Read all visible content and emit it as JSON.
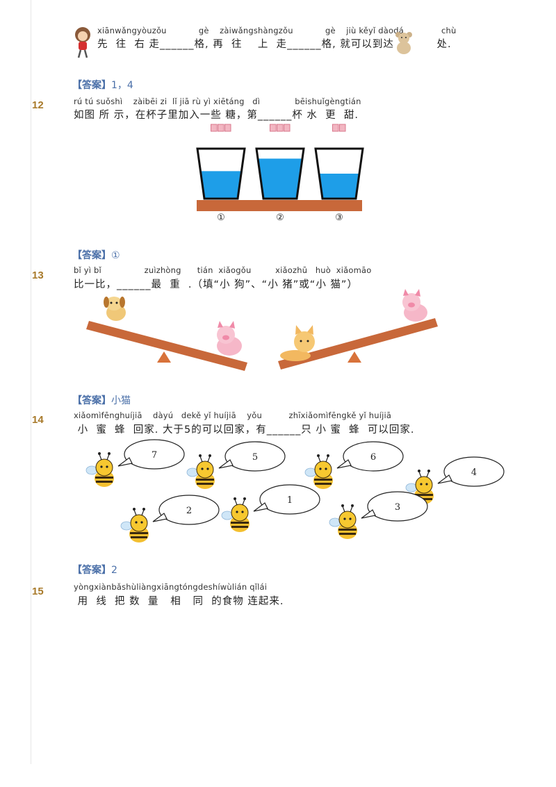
{
  "q11": {
    "pinyin": "xiānwǎngyòuzǒu            gè    zàiwǎngshàngzǒu            gè    jiù kěyǐ dàodá              chù",
    "text": "先  往  右 走______格, 再  往    上  走______格, 就可以到达           处."
  },
  "q11_answer": {
    "tag": "【答案】",
    "value": "1，4"
  },
  "q12": {
    "number": "12",
    "pinyin": "rú tú suǒshì    zàibēi zi  lǐ jiā rù yì xiētáng   dì             bēishuǐgèngtián",
    "text": "如图 所 示，在杯子里加入一些 糖，第______杯 水  更  甜.",
    "cup_labels": [
      "①",
      "②",
      "③"
    ],
    "sugar_counts": [
      3,
      3,
      2
    ],
    "water_levels": [
      0.55,
      0.8,
      0.5
    ]
  },
  "q12_answer": {
    "tag": "【答案】",
    "value": "①"
  },
  "q13": {
    "number": "13",
    "pinyin": "bǐ yì bǐ                zuìzhòng      tián  xiǎogǒu         xiǎozhū   huò  xiǎomāo",
    "text": "比一比，______最  重  .（填“小 狗”、“小 猪”或“小 猫”）"
  },
  "q13_answer": {
    "tag": "【答案】",
    "value": "小猫"
  },
  "q14": {
    "number": "14",
    "pinyin": "xiǎomìfēnghuíjiā    dàyú   dekě yǐ huíjiā    yǒu          zhīxiǎomìfēngkě yǐ huíjiā",
    "text": " 小  蜜  蜂  回家. 大于5的可以回家，有______只 小 蜜  蜂  可以回家.",
    "bee_numbers": [
      "7",
      "5",
      "6",
      "4",
      "2",
      "1",
      "3"
    ]
  },
  "q14_answer": {
    "tag": "【答案】",
    "value": "2"
  },
  "q15": {
    "number": "15",
    "pinyin": "yòngxiànbǎshùliàngxiāngtóngdeshíwùlián qǐlái",
    "text": " 用  线  把 数  量   相   同  的食物 连起来."
  },
  "colors": {
    "accent": "#a87a2a",
    "answer": "#4a6fa8",
    "plank": "#c8683a",
    "water": "#1e9ee8"
  }
}
